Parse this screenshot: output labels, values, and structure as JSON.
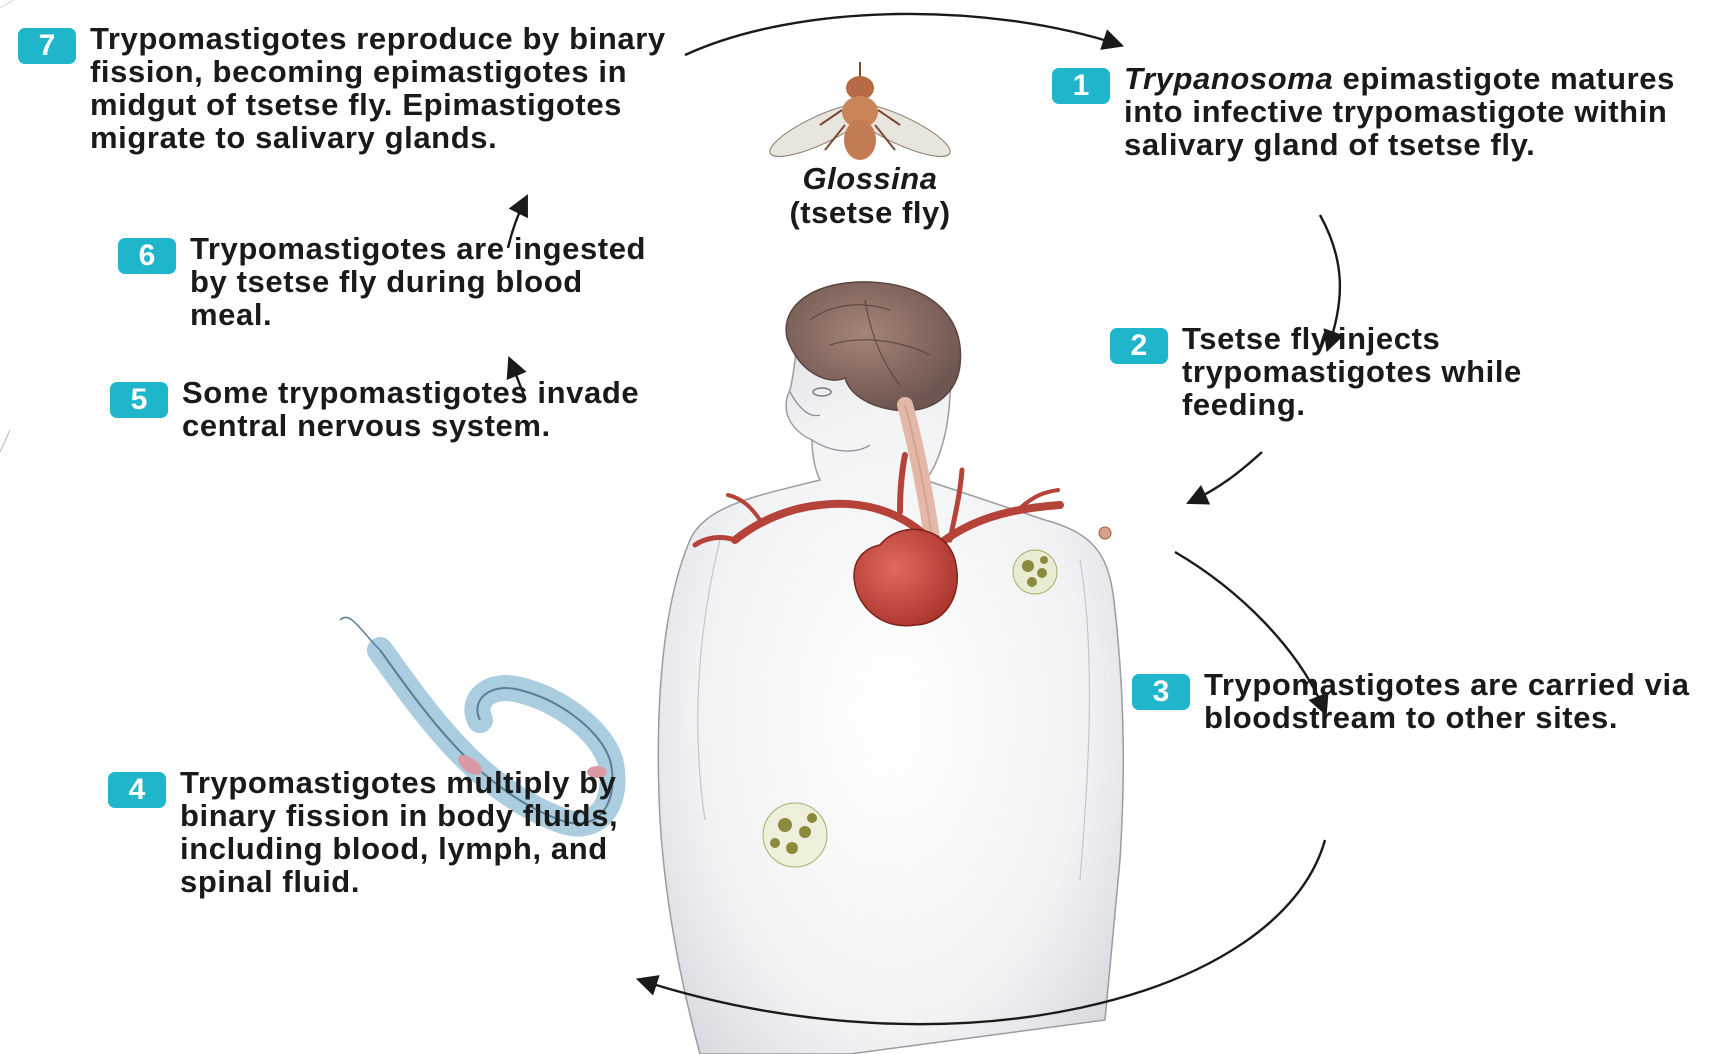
{
  "fly": {
    "genus": "Glossina",
    "common": "(tsetse fly)"
  },
  "steps": [
    {
      "num": "1",
      "lead": "Trypanosoma",
      "text": "Trypanosoma epimastigote matures into infective trypomastigote within salivary gland of tsetse fly."
    },
    {
      "num": "2",
      "text": "Tsetse fly injects trypomastigotes while feeding."
    },
    {
      "num": "3",
      "text": "Trypomastigotes are carried via bloodstream to other sites."
    },
    {
      "num": "4",
      "text": "Trypomastigotes multiply by binary fission in body fluids, including blood, lymph, and spinal fluid."
    },
    {
      "num": "5",
      "text": "Some trypomastigotes invade central nervous system."
    },
    {
      "num": "6",
      "text": "Trypomastigotes are ingested by tsetse fly during blood meal."
    },
    {
      "num": "7",
      "text": "Trypomastigotes reproduce by binary fission, becoming epimastigotes in midgut of tsetse fly. Epimastigotes migrate to salivary glands."
    }
  ],
  "colors": {
    "badge": "#1fb6cc",
    "heart": "#c8453c",
    "brain": "#8a6e66",
    "vessels": "#b5433a",
    "trypanosome": "#9cc4da"
  }
}
